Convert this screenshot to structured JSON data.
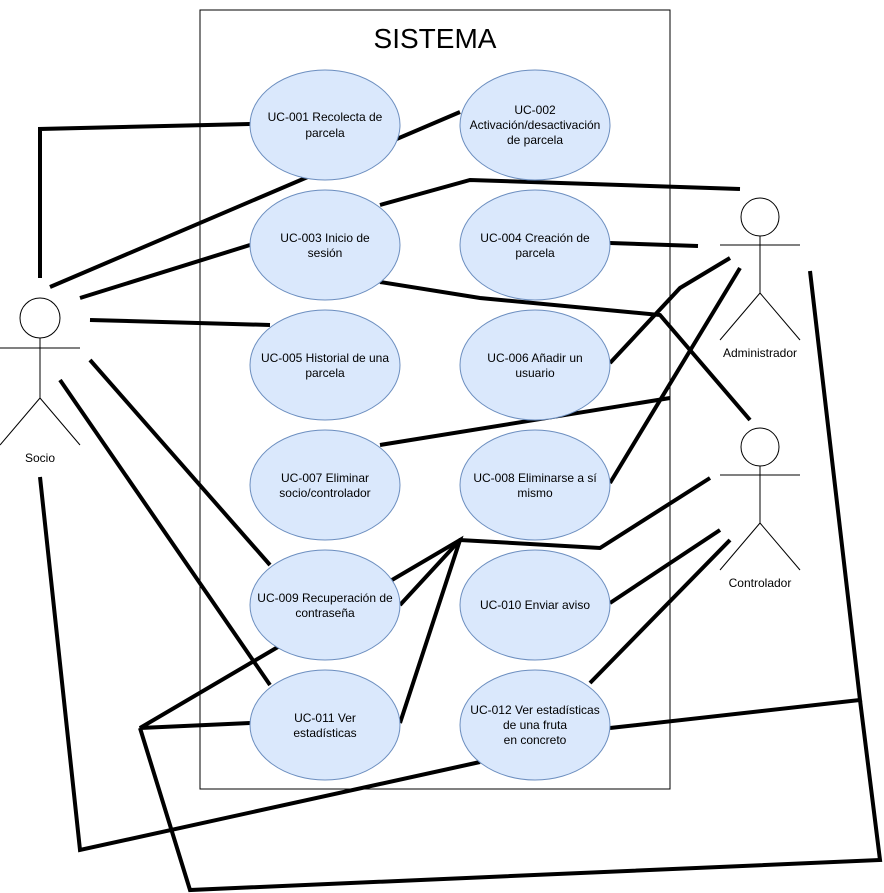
{
  "system": {
    "title": "SISTEMA"
  },
  "colors": {
    "use_case_fill": "#dae8fc",
    "use_case_stroke": "#6c8ebf",
    "line": "#000000",
    "background": "#ffffff"
  },
  "actors": [
    {
      "id": "socio",
      "label": "Socio"
    },
    {
      "id": "administrador",
      "label": "Administrador"
    },
    {
      "id": "controlador",
      "label": "Controlador"
    }
  ],
  "use_cases": [
    {
      "id": "UC-001",
      "lines": [
        "UC-001 Recolecta de",
        "parcela"
      ]
    },
    {
      "id": "UC-002",
      "lines": [
        "UC-002",
        "Activación/desactivación",
        "de parcela"
      ]
    },
    {
      "id": "UC-003",
      "lines": [
        "UC-003 Inicio de",
        "sesión"
      ]
    },
    {
      "id": "UC-004",
      "lines": [
        "UC-004  Creación de",
        "parcela"
      ]
    },
    {
      "id": "UC-005",
      "lines": [
        "UC-005 Historial de una",
        "parcela"
      ]
    },
    {
      "id": "UC-006",
      "lines": [
        "UC-006  Añadir un",
        "usuario"
      ]
    },
    {
      "id": "UC-007",
      "lines": [
        "UC-007  Eliminar",
        "socio/controlador"
      ]
    },
    {
      "id": "UC-008",
      "lines": [
        "UC-008 Eliminarse a sí",
        "mismo"
      ]
    },
    {
      "id": "UC-009",
      "lines": [
        "UC-009 Recuperación de",
        "contraseña"
      ]
    },
    {
      "id": "UC-010",
      "lines": [
        "UC-010  Enviar aviso"
      ]
    },
    {
      "id": "UC-011",
      "lines": [
        "UC-011 Ver",
        "estadísticas"
      ]
    },
    {
      "id": "UC-012",
      "lines": [
        "UC-012 Ver estadísticas",
        "de una fruta",
        "en concreto"
      ]
    }
  ]
}
